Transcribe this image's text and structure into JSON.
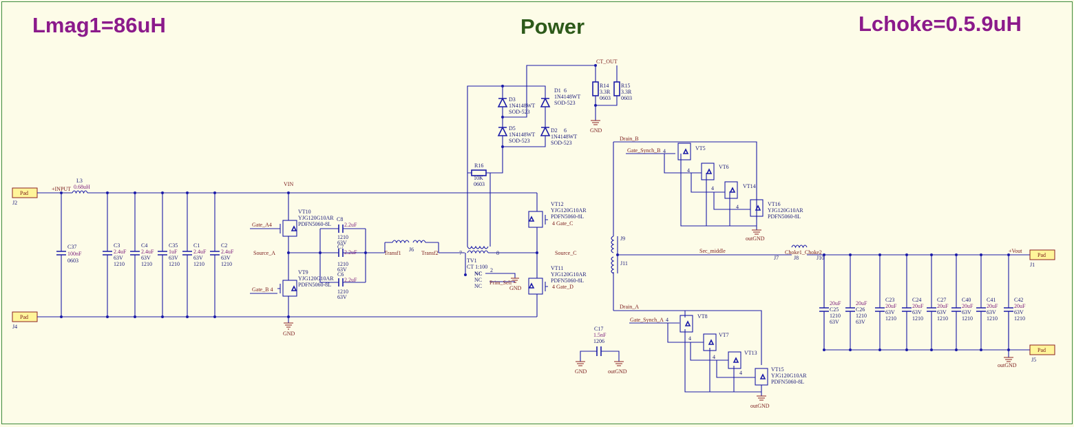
{
  "titles": {
    "left": "Lmag1=86uH",
    "center": "Power",
    "right": "Lchoke=0.5.9uH"
  },
  "colors": {
    "purple_title": "#8b1a8b",
    "green_title": "#2d5a1a",
    "wire": "#1a1aa8",
    "net_label": "#7a1a1a"
  },
  "pads": {
    "j2": {
      "label": "Pad",
      "ref": "J2"
    },
    "j4": {
      "label": "Pad",
      "ref": "J4"
    },
    "j1": {
      "label": "Pad",
      "ref": "J1"
    },
    "j5": {
      "label": "Pad",
      "ref": "J5"
    }
  },
  "nets": {
    "input": "+INPUT",
    "vin": "VIN",
    "gnd": "GND",
    "source_a": "Source_A",
    "source_c": "Source_C",
    "gate_a4": "Gate_A4",
    "gate_b4": "Gate_B 4",
    "gate_c": "4 Gate_C",
    "gate_d": "4 Gate_D",
    "transf1": "Transf1",
    "transf2": "Transf2",
    "ct_out": "CT_OUT",
    "prim_self": "Prim_Self",
    "drain_b": "Drain_B",
    "drain_a": "Drain_A",
    "gate_synch_b": "Gate_Synch_B",
    "gate_synch_a": "Gate_Synch_A",
    "sec_middle": "Sec_middle",
    "choke": "Choke1_Choke2",
    "vout": "+Vout",
    "outgnd": "outGND"
  },
  "components": {
    "l3": {
      "ref": "L3",
      "value": "0.68uH"
    },
    "c37": {
      "ref": "C37",
      "value": "100nF",
      "pkg": "0603"
    },
    "c3": {
      "ref": "C3",
      "value": "2.4uF",
      "v": "63V",
      "pkg": "1210"
    },
    "c4": {
      "ref": "C4",
      "value": "2.4uF",
      "v": "63V",
      "pkg": "1210"
    },
    "c35": {
      "ref": "C35",
      "value": "1uF",
      "v": "63V",
      "pkg": "1210"
    },
    "c1": {
      "ref": "C1",
      "value": "2.4uF",
      "v": "63V",
      "pkg": "1210"
    },
    "c2": {
      "ref": "C2",
      "value": "2.4uF",
      "v": "63V",
      "pkg": "1210"
    },
    "vt10": {
      "ref": "VT10",
      "part": "YJG120G10AR",
      "pkg": "PDFN5060-8L"
    },
    "vt9": {
      "ref": "VT9",
      "part": "YJG120G10AR",
      "pkg": "PDFN5060-8L"
    },
    "vt12": {
      "ref": "VT12",
      "part": "YJG120G10AR",
      "pkg": "PDFN5060-8L"
    },
    "vt11": {
      "ref": "VT11",
      "part": "YJG120G10AR",
      "pkg": "PDFN5060-8L"
    },
    "c8": {
      "ref": "C8",
      "value": "2.2uF",
      "pkg": "1210",
      "v": "63V"
    },
    "c7": {
      "ref": "C7",
      "value": "2.2uF",
      "pkg": "1210",
      "v": "63V"
    },
    "c6": {
      "ref": "C6",
      "value": "2.2uF",
      "pkg": "1210",
      "v": "63V"
    },
    "j6": {
      "ref": "J6"
    },
    "tv1": {
      "ref": "TV1",
      "value": "CT 1:100",
      "nc1": "NC",
      "nc2": "NC",
      "nc3": "NC",
      "pin7": "7",
      "pin8": "8",
      "pin2": "2"
    },
    "r16": {
      "ref": "R16",
      "value": "10K",
      "pkg": "0603"
    },
    "d3": {
      "ref": "D3",
      "part": "1N4148WT",
      "pkg": "SOD-523"
    },
    "d5": {
      "ref": "D5",
      "part": "1N4148WT",
      "pkg": "SOD-523"
    },
    "d1": {
      "ref": "D1",
      "pin": "6",
      "part": "1N4148WT",
      "pkg": "SOD-523"
    },
    "d2": {
      "ref": "D2",
      "pin": "6",
      "part": "1N4148WT",
      "pkg": "SOD-523"
    },
    "r14": {
      "ref": "R14",
      "value": "3.3R",
      "pkg": "0603"
    },
    "r15": {
      "ref": "R15",
      "value": "3.3R",
      "pkg": "0603"
    },
    "vt5": {
      "ref": "VT5"
    },
    "vt6": {
      "ref": "VT6"
    },
    "vt14": {
      "ref": "VT14"
    },
    "vt16": {
      "ref": "VT16",
      "part": "YJG120G10AR",
      "pkg": "PDFN5060-8L"
    },
    "vt8": {
      "ref": "VT8"
    },
    "vt7": {
      "ref": "VT7"
    },
    "vt13": {
      "ref": "VT13"
    },
    "vt15": {
      "ref": "VT15",
      "part": "YJG120G10AR",
      "pkg": "PDFN5060-8L"
    },
    "j9": {
      "ref": "J9"
    },
    "j11": {
      "ref": "J11"
    },
    "j7": {
      "ref": "J7"
    },
    "j8": {
      "ref": "J8"
    },
    "j10": {
      "ref": "J10"
    },
    "c17": {
      "ref": "C17",
      "value": "1.5nF",
      "pkg": "1206"
    },
    "c25": {
      "ref": "C25",
      "value": "20uF",
      "pkg": "1210",
      "v": "63V"
    },
    "c26": {
      "ref": "C26",
      "value": "20uF",
      "pkg": "1210",
      "v": "63V"
    },
    "c23": {
      "ref": "C23",
      "value": "20uF",
      "v": "63V",
      "pkg": "1210"
    },
    "c24": {
      "ref": "C24",
      "value": "20uF",
      "v": "63V",
      "pkg": "1210"
    },
    "c27": {
      "ref": "C27",
      "value": "20uF",
      "v": "63V",
      "pkg": "1210"
    },
    "c40": {
      "ref": "C40",
      "value": "20uF",
      "v": "63V",
      "pkg": "1210"
    },
    "c41": {
      "ref": "C41",
      "value": "20uF",
      "v": "63V",
      "pkg": "1210"
    },
    "c42": {
      "ref": "C42",
      "value": "20uF",
      "v": "63V",
      "pkg": "1210"
    }
  },
  "pin4": "4"
}
